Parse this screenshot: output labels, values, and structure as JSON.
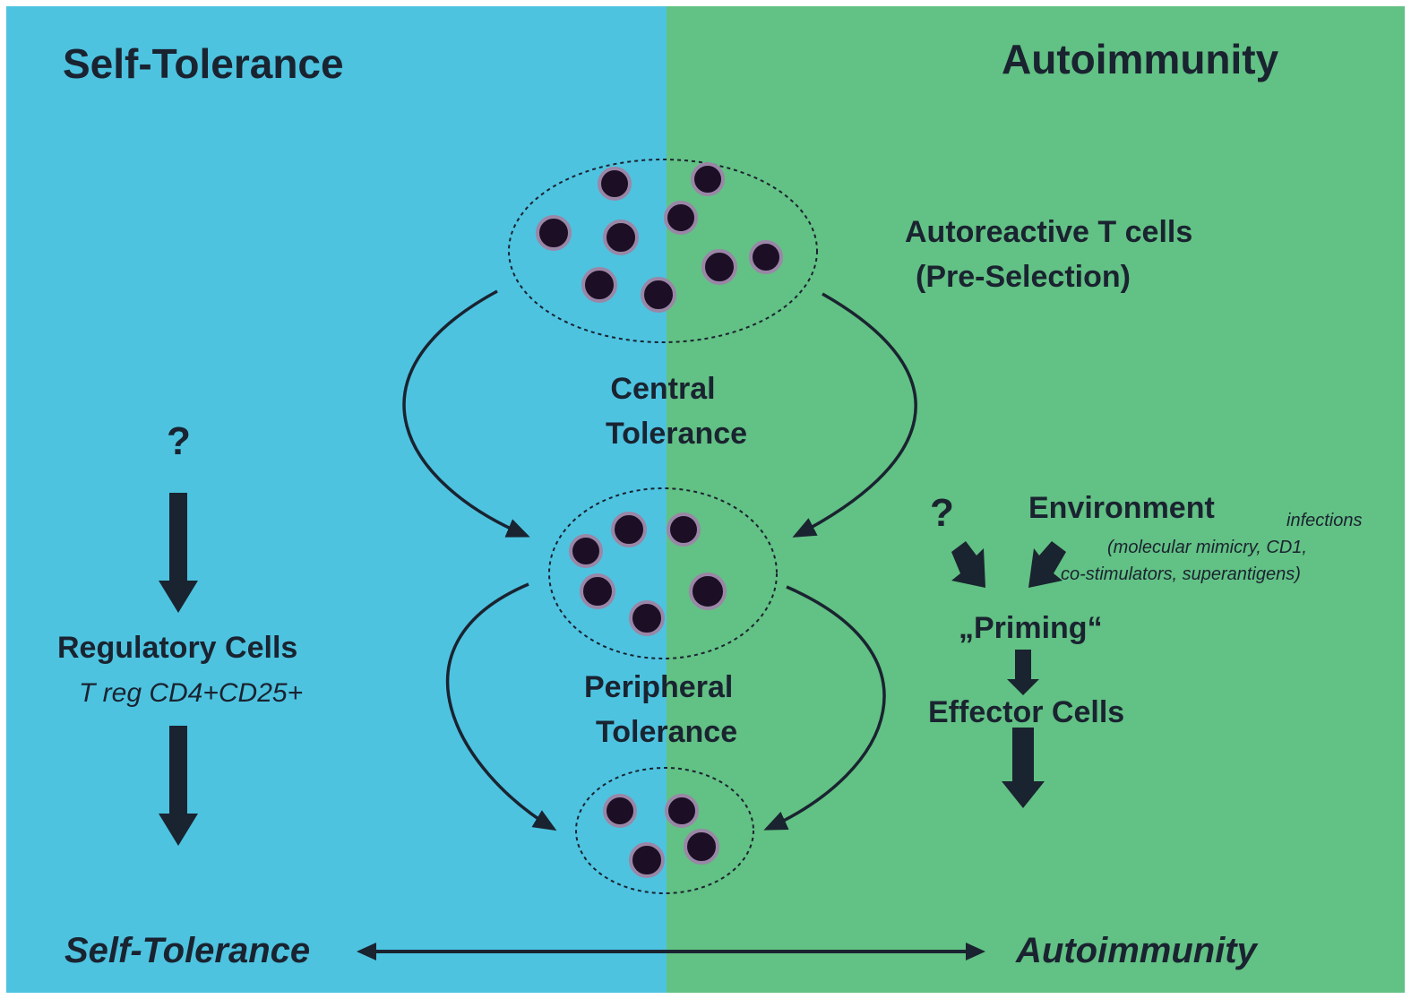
{
  "colors": {
    "left_panel": "#4dc3e0",
    "right_panel": "#62c184",
    "ink": "#1a2330",
    "cell_nucleus": "#1c0f25",
    "cell_ring": "#9a86a6"
  },
  "left_heading": "Self-Tolerance",
  "right_heading": "Autoimmunity",
  "autoreactive": {
    "line1": "Autoreactive  T cells",
    "line2": "(Pre-Selection)"
  },
  "central_tolerance": {
    "line1": "Central",
    "line2": "Tolerance"
  },
  "peripheral_tolerance": {
    "line1": "Peripheral",
    "line2": "Tolerance"
  },
  "left_question": "?",
  "right_question": "?",
  "regulatory": {
    "title": "Regulatory Cells",
    "subtitle": "T reg CD4+CD25+"
  },
  "environment": {
    "title": "Environment",
    "note1": "infections",
    "note2": "(molecular mimicry, CD1,",
    "note3": "co-stimulators, superantigens)"
  },
  "priming": "„Priming“",
  "effector": "Effector Cells",
  "bottom_left": "Self-Tolerance",
  "bottom_right": "Autoimmunity",
  "icons": {
    "cell": "t-cell-icon",
    "arrow": "arrow-icon"
  }
}
